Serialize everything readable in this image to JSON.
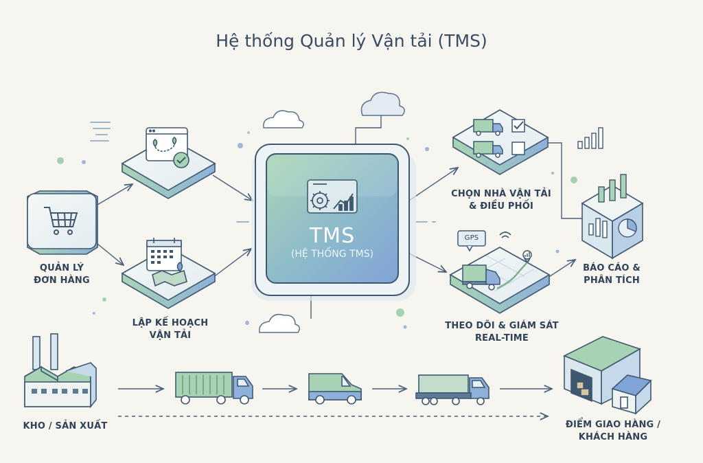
{
  "title": "Hệ thống Quản lý Vận tải (TMS)",
  "center": {
    "title": "TMS",
    "subtitle": "(HỆ THỐNG TMS)"
  },
  "nodes": {
    "order": {
      "line1": "QUẢN LÝ",
      "line2": "ĐƠN HÀNG",
      "icon": "shopping-cart-icon"
    },
    "routing": {
      "icon": "route-map-check-icon"
    },
    "planning": {
      "line1": "LẬP KẾ HOẠCH",
      "line2": "VẬN TẢI",
      "icon": "calendar-map-icon"
    },
    "carrier": {
      "line1": "CHỌN NHÀ VẬN TẢI",
      "line2": "& ĐIỀU PHỐI",
      "icon": "truck-checklist-icon"
    },
    "tracking": {
      "line1": "THEO DÕI & GIÁM SÁT",
      "line2": "REAL-TIME",
      "badge": "GPS",
      "icon": "gps-truck-map-icon"
    },
    "report": {
      "line1": "BÁO CÁO &",
      "line2": "PHÂN TÍCH",
      "icon": "bar-pie-chart-icon"
    }
  },
  "logistics": {
    "origin": {
      "label": "KHO / SẢN XUẤT",
      "icon": "factory-icon"
    },
    "destination": {
      "line1": "ĐIỂM GIAO HÀNG /",
      "line2": "KHÁCH HÀNG",
      "icon": "warehouse-house-icon"
    },
    "vehicles": [
      "container-truck-icon",
      "delivery-van-icon",
      "flatbed-truck-icon"
    ]
  },
  "colors": {
    "background": "#f7f5f0",
    "outline": "#3f5870",
    "green": "#a7d3b4",
    "blue": "#8fb0d8",
    "text": "#2f4257"
  }
}
